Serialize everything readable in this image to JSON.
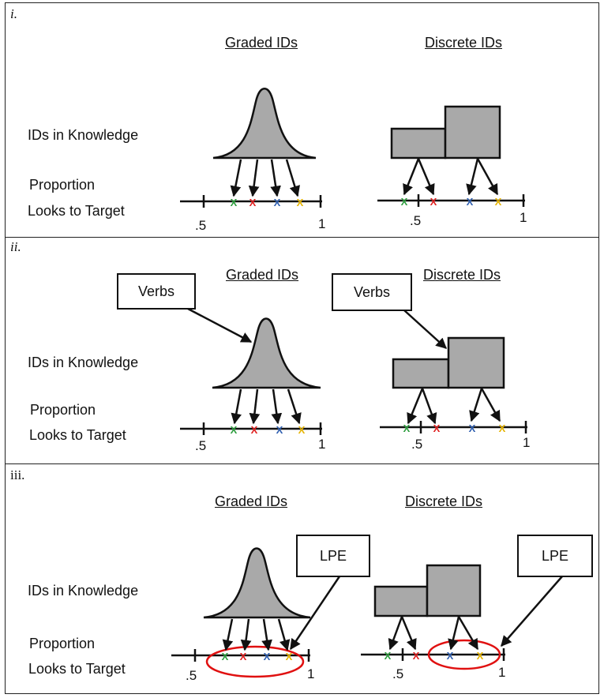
{
  "panels": [
    {
      "label": "i.",
      "graded_title": "Graded IDs",
      "discrete_title": "Discrete IDs",
      "row1": "IDs in Knowledge",
      "row2": "Proportion",
      "row3": "Looks to Target",
      "tick_low": ".5",
      "tick_high": "1"
    },
    {
      "label": "ii.",
      "graded_title": "Graded IDs",
      "discrete_title": "Discrete IDs",
      "row1": "IDs in Knowledge",
      "row2": "Proportion",
      "row3": "Looks to Target",
      "tick_low": ".5",
      "tick_high": "1",
      "callout_graded": "Verbs",
      "callout_discrete": "Verbs"
    },
    {
      "label": "iii.",
      "graded_title": "Graded IDs",
      "discrete_title": "Discrete IDs",
      "row1": "IDs in Knowledge",
      "row2": "Proportion",
      "row3": "Looks to Target",
      "tick_low": ".5",
      "tick_high": "1",
      "callout_graded": "LPE",
      "callout_discrete": "LPE"
    }
  ],
  "marker_glyph": "X",
  "colors": {
    "shape_fill": "#a9a9a9",
    "marker_green": "#2e9e3f",
    "marker_red": "#e02020",
    "marker_blue": "#2f5fb0",
    "marker_yellow": "#e6b400",
    "ellipse": "#e01010"
  }
}
